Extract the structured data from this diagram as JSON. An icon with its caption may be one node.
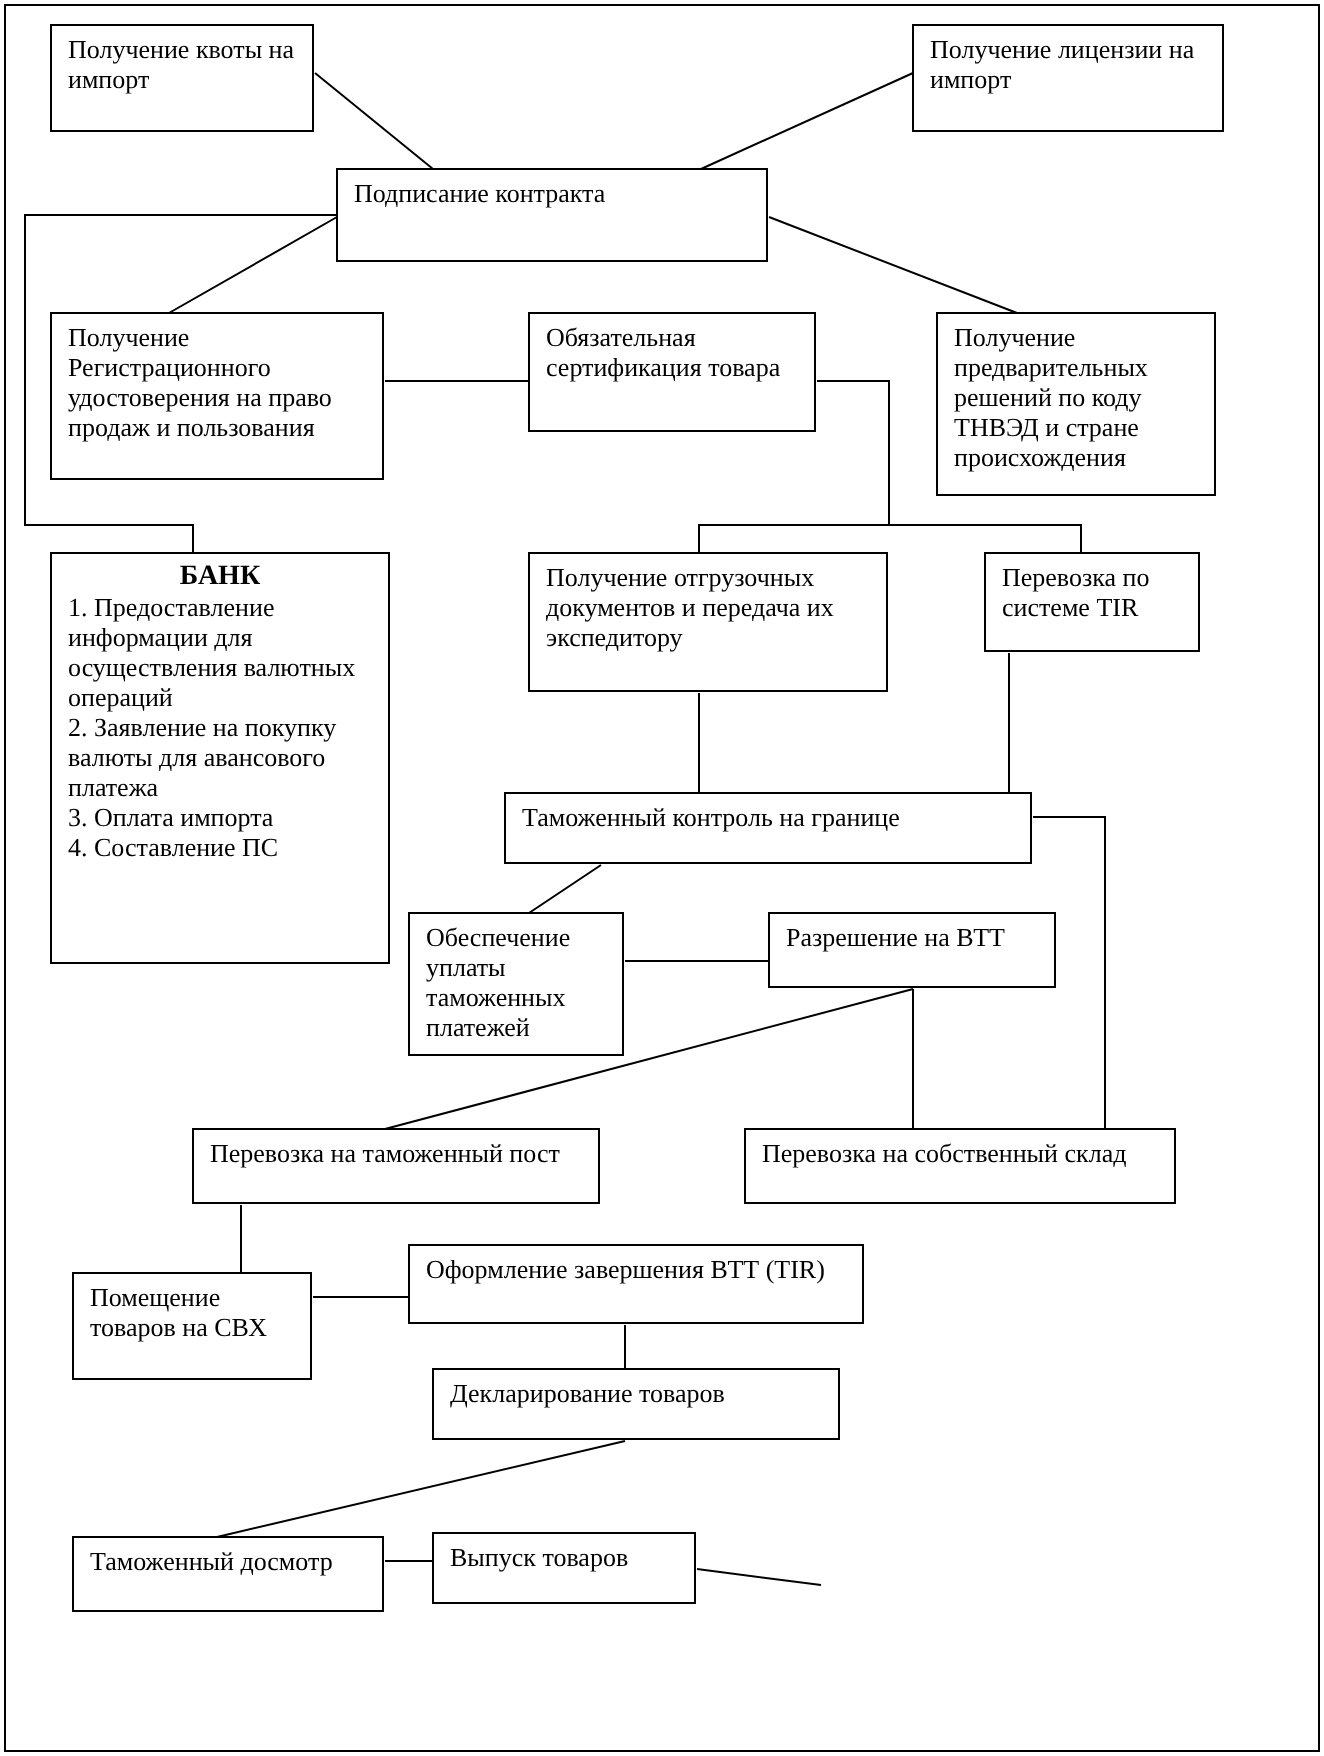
{
  "diagram": {
    "nodes": [
      {
        "text": [
          "Получение квоты на импорт"
        ]
      },
      {
        "text": [
          "Получение лицензии на импорт"
        ]
      },
      {
        "text": [
          "Подписание   контракта"
        ]
      },
      {
        "text": [
          "Получение Регистрационного удостоверения на право продаж и пользования"
        ]
      },
      {
        "text": [
          "Обязательная сертификация товара"
        ]
      },
      {
        "text": [
          "Получение предварительных решений по коду ТНВЭД и стране происхождения"
        ]
      },
      {
        "text": [
          "БАНК",
          "1. Предоставление информации для осуществления валютных операций",
          "2. Заявление на покупку валюты для авансового платежа",
          "3. Оплата импорта",
          "4. Составление ПС"
        ]
      },
      {
        "text": [
          "Получение отгрузочных документов и передача их экспедитору"
        ]
      },
      {
        "text": [
          "Перевозка по системе TIR"
        ]
      },
      {
        "text": [
          "Таможенный контроль на границе"
        ]
      },
      {
        "text": [
          "Обеспечение уплаты таможенных платежей"
        ]
      },
      {
        "text": [
          "Разрешение на ВТТ"
        ]
      },
      {
        "text": [
          "Перевозка на таможенный пост"
        ]
      },
      {
        "text": [
          "Перевозка на собственный склад"
        ]
      },
      {
        "text": [
          "Помещение товаров на СВХ"
        ]
      },
      {
        "text": [
          "Оформление завершения ВТТ (TIR)"
        ]
      },
      {
        "text": [
          "Декларирование товаров"
        ]
      },
      {
        "text": [
          "Таможенный досмотр"
        ]
      },
      {
        "text": [
          "Выпуск товаров"
        ]
      }
    ],
    "edges": [
      {
        "from": 0,
        "to": 2,
        "arrow": "none"
      },
      {
        "from": 1,
        "to": 2,
        "arrow": "none"
      },
      {
        "from": 2,
        "to": 3,
        "arrow": "none"
      },
      {
        "from": 2,
        "to": 5,
        "arrow": "none"
      },
      {
        "from": 2,
        "to": 6,
        "arrow": "none"
      },
      {
        "from": 3,
        "to": 4,
        "arrow": "none"
      },
      {
        "from": 4,
        "to": 7,
        "arrow": "none"
      },
      {
        "from": 4,
        "to": 8,
        "arrow": "none"
      },
      {
        "from": 7,
        "to": 9,
        "arrow": "none"
      },
      {
        "from": 8,
        "to": 9,
        "arrow": "none"
      },
      {
        "from": 9,
        "to": 10,
        "arrow": "none"
      },
      {
        "from": 10,
        "to": 11,
        "arrow": "none"
      },
      {
        "from": 11,
        "to": 12,
        "arrow": "none"
      },
      {
        "from": 11,
        "to": 13,
        "arrow": "none"
      },
      {
        "from": 9,
        "to": 13,
        "arrow": "none"
      },
      {
        "from": 12,
        "to": 14,
        "arrow": "none"
      },
      {
        "from": 14,
        "to": 15,
        "arrow": "none"
      },
      {
        "from": 15,
        "to": 16,
        "arrow": "none"
      },
      {
        "from": 16,
        "to": 17,
        "arrow": "none"
      },
      {
        "from": 17,
        "to": 18,
        "arrow": "none"
      },
      {
        "from": 18,
        "to": null,
        "arrow": "none"
      }
    ]
  }
}
